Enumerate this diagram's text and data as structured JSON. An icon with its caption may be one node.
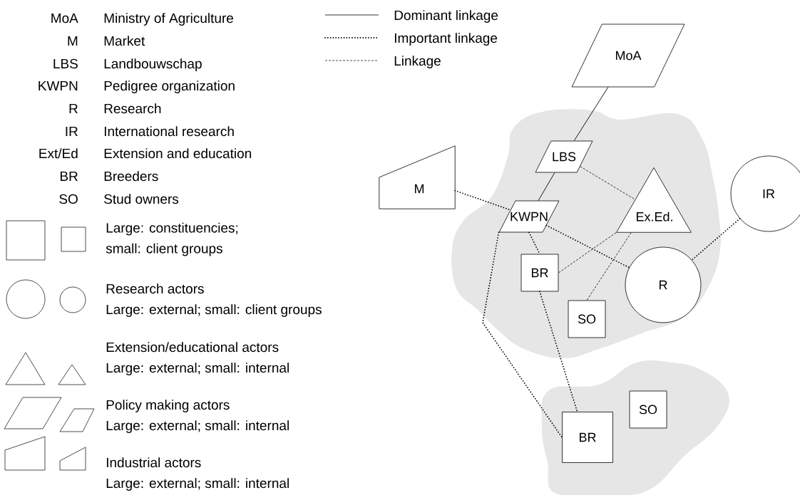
{
  "diagram": {
    "nodes": [
      {
        "text": [
          "MoA"
        ]
      },
      {
        "text": [
          "LBS"
        ]
      },
      {
        "text": [
          "M"
        ]
      },
      {
        "text": [
          "KWPN"
        ]
      },
      {
        "text": [
          "Ex.Ed."
        ]
      },
      {
        "text": [
          "IR"
        ]
      },
      {
        "text": [
          "BR"
        ]
      },
      {
        "text": [
          "R"
        ]
      },
      {
        "text": [
          "SO"
        ]
      },
      {
        "text": [
          "SO"
        ]
      },
      {
        "text": [
          "BR"
        ]
      }
    ],
    "edges": [
      {
        "from": 0,
        "to": 1,
        "arrow": "none"
      },
      {
        "from": 1,
        "to": 3,
        "arrow": "none"
      },
      {
        "from": 1,
        "to": 4,
        "arrow": "none",
        "style": "dashed"
      },
      {
        "from": 2,
        "to": 3,
        "arrow": "none",
        "style": "dashed"
      },
      {
        "from": 3,
        "to": 7,
        "arrow": "none",
        "style": "dashed"
      },
      {
        "from": 3,
        "to": 6,
        "arrow": "none",
        "style": "dashed"
      },
      {
        "from": 3,
        "to": 10,
        "arrow": "none",
        "style": "dashed"
      },
      {
        "from": 6,
        "to": 10,
        "arrow": "none",
        "style": "dashed"
      },
      {
        "from": 4,
        "to": 6,
        "arrow": "none",
        "style": "dashed"
      },
      {
        "from": 4,
        "to": 8,
        "arrow": "none",
        "style": "dashed"
      },
      {
        "from": 5,
        "to": 7,
        "arrow": "none",
        "style": "dashed"
      }
    ],
    "labels": [
      "MoA",
      "Ministry of Agriculture",
      "M",
      "Market",
      "LBS",
      "Landbouwschap",
      "KWPN",
      "Pedigree organization",
      "R",
      "Research",
      "IR",
      "International research",
      "Ext/Ed",
      "Extension and education",
      "BR",
      "Breeders",
      "SO",
      "Stud owners",
      "Large: external; small: client groups",
      "Large: external; small: internal",
      "Large: external; small: internal",
      "Large: external; small: internal"
    ],
    "legend": [
      {
        "text": "Dominant linkage"
      },
      {
        "text": "Important linkage"
      },
      {
        "text": "Linkage"
      },
      {
        "text": "Large: constituencies; small: client groups"
      },
      {
        "text": "Research actors"
      },
      {
        "text": "Extension/educational actors"
      },
      {
        "text": "Policy making actors"
      },
      {
        "text": "Industrial actors"
      }
    ]
  }
}
